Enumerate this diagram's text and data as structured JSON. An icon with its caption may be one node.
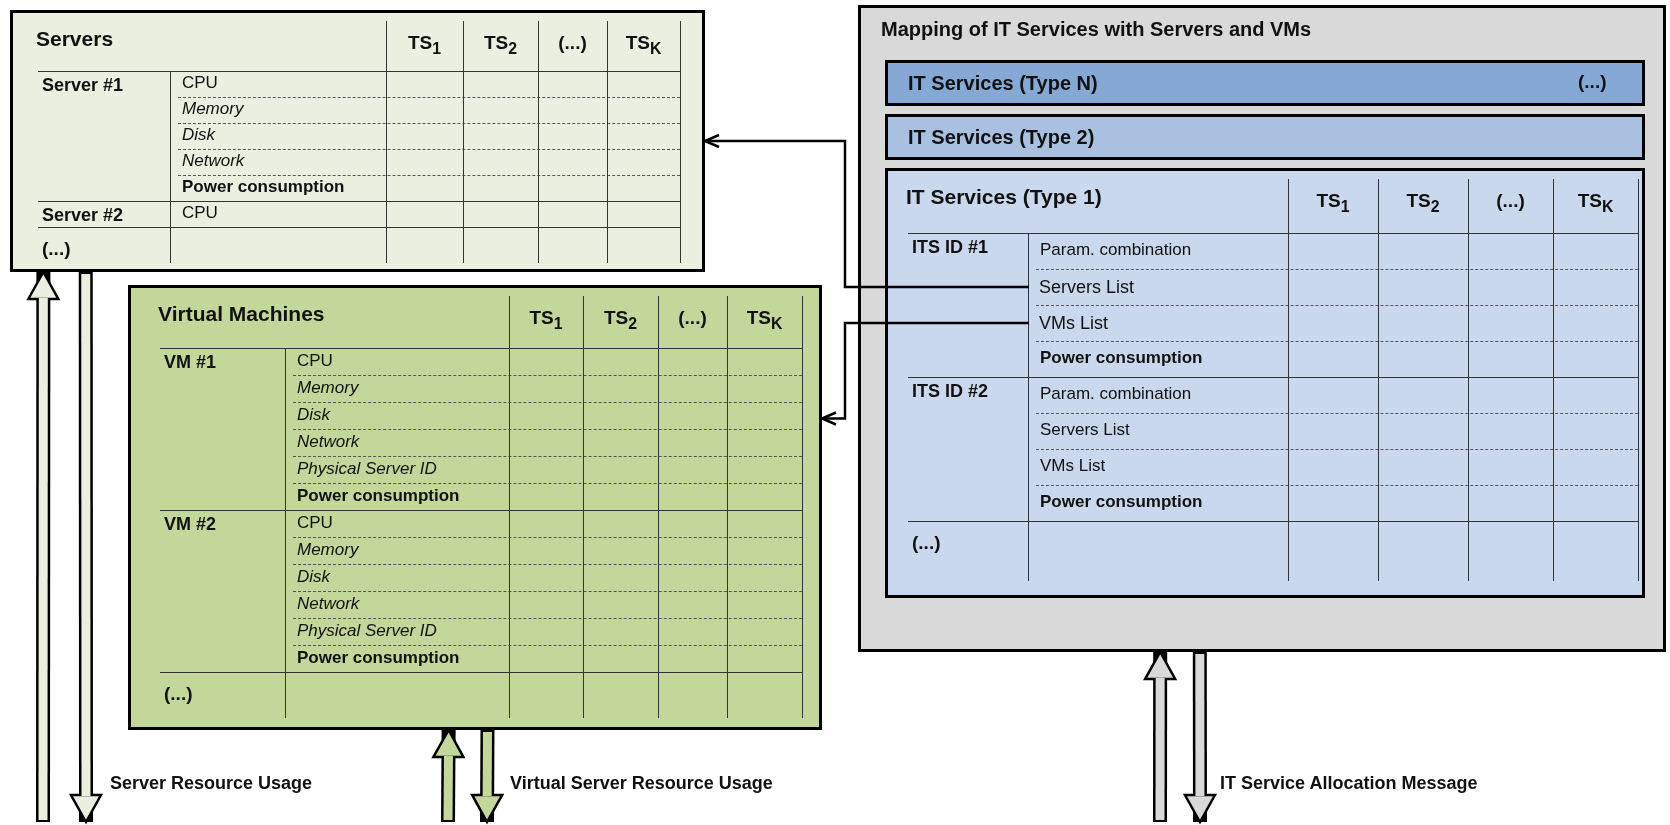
{
  "diagram": {
    "nodes": [
      {
        "text": [
          "Servers",
          "TS$_{1}$",
          "TS$_{2}$",
          "(...)",
          "TS$_{K}$",
          "Server #1",
          "CPU",
          "Memory",
          "Disk",
          "Network",
          "Power consumption",
          "Server #2",
          "CPU",
          "(...)"
        ]
      },
      {
        "text": [
          "Virtual Machines",
          "TS$_{1}$",
          "TS$_{2}$",
          "(...)",
          "TS$_{K}$",
          "VM #1",
          "CPU",
          "Memory",
          "Disk",
          "Network",
          "Physical Server ID",
          "Power consumption",
          "VM #2",
          "CPU",
          "Memory",
          "Disk",
          "Network",
          "Physical Server ID",
          "Power consumption",
          "(...)"
        ]
      },
      {
        "text": [
          "Mapping of IT Services with Servers and VMs"
        ]
      },
      {
        "text": [
          "IT Services (Type N)",
          "(...)"
        ],
        "in": 2
      },
      {
        "text": [
          "IT Services (Type 2)"
        ],
        "in": 2
      },
      {
        "text": [
          "IT Services (Type 1)",
          "TS$_{1}$",
          "TS$_{2}$",
          "(...)",
          "TS$_{K}$",
          "ITS ID #1",
          "Param. combination",
          "Power consumption",
          "ITS ID #2",
          "Param. combination",
          "Servers List",
          "VMs List",
          "Power consumption",
          "(...)"
        ],
        "in": 2
      },
      {
        "text": [
          "Servers List"
        ],
        "in": 5
      },
      {
        "text": [
          "VMs List"
        ],
        "in": 5
      }
    ],
    "edges": [
      {
        "from": 6,
        "to": 0,
        "arrow": "to"
      },
      {
        "from": 7,
        "to": 1,
        "arrow": "to"
      },
      {
        "from": null,
        "to": 0,
        "arrow": "to"
      },
      {
        "from": 0,
        "to": null,
        "arrow": "to"
      },
      {
        "from": null,
        "to": 1,
        "arrow": "to"
      },
      {
        "from": 1,
        "to": null,
        "arrow": "to"
      },
      {
        "from": null,
        "to": 2,
        "arrow": "to"
      },
      {
        "from": 2,
        "to": null,
        "arrow": "to"
      }
    ],
    "labels": [
      "Server Resource Usage",
      "Virtual Server Resource Usage",
      "IT Service Allocation Message"
    ]
  }
}
